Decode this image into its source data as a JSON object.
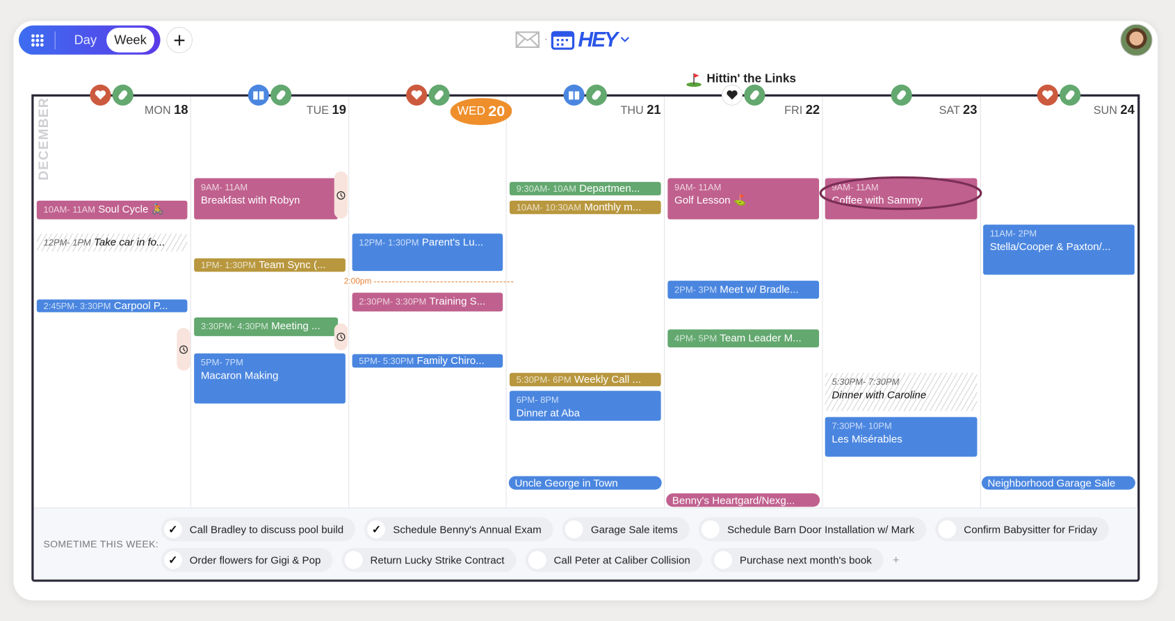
{
  "topbar": {
    "day_label": "Day",
    "week_label": "Week",
    "add_label": "+",
    "logo_text": "HEY"
  },
  "calendar": {
    "month": "DECEMBER",
    "days": [
      {
        "dow": "MON",
        "num": "18"
      },
      {
        "dow": "TUE",
        "num": "19"
      },
      {
        "dow": "WED",
        "num": "20"
      },
      {
        "dow": "THU",
        "num": "21"
      },
      {
        "dow": "FRI",
        "num": "22"
      },
      {
        "dow": "SAT",
        "num": "23"
      },
      {
        "dow": "SUN",
        "num": "24"
      }
    ],
    "banner": "Hittin' the Links",
    "now_label": "2:00pm",
    "events": [
      {
        "time": "10AM- 11AM",
        "title": "Soul Cycle 🚴"
      },
      {
        "time": "12PM- 1PM",
        "title": "Take car in fo..."
      },
      {
        "time": "2:45PM- 3:30PM",
        "title": "Carpool P..."
      },
      {
        "time": "9AM- 11AM",
        "title": "Breakfast with Robyn"
      },
      {
        "time": "1PM- 1:30PM",
        "title": "Team Sync (..."
      },
      {
        "time": "3:30PM- 4:30PM",
        "title": "Meeting ..."
      },
      {
        "time": "5PM- 7PM",
        "title": "Macaron Making"
      },
      {
        "time": "12PM- 1:30PM",
        "title": "Parent's Lu..."
      },
      {
        "time": "2:30PM- 3:30PM",
        "title": "Training S..."
      },
      {
        "time": "5PM- 5:30PM",
        "title": "Family Chiro..."
      },
      {
        "time": "9:30AM- 10AM",
        "title": "Departmen..."
      },
      {
        "time": "10AM- 10:30AM",
        "title": "Monthly m..."
      },
      {
        "time": "5:30PM- 6PM",
        "title": "Weekly Call ..."
      },
      {
        "time": "6PM- 8PM",
        "title": "Dinner at Aba"
      },
      {
        "time": "9AM- 11AM",
        "title": "Golf Lesson ⛳"
      },
      {
        "time": "2PM- 3PM",
        "title": "Meet w/ Bradle..."
      },
      {
        "time": "4PM- 5PM",
        "title": "Team Leader M..."
      },
      {
        "time": "9AM- 11AM",
        "title": "Coffee with Sammy"
      },
      {
        "time": "5:30PM- 7:30PM",
        "title": "Dinner with Caroline"
      },
      {
        "time": "7:30PM- 10PM",
        "title": "Les Misérables"
      },
      {
        "time": "11AM- 2PM",
        "title": "Stella/Cooper & Paxton/..."
      }
    ],
    "all_day": [
      "Uncle George in Town",
      "Benny's Heartgard/Nexg...",
      "Neighborhood Garage Sale"
    ]
  },
  "sometime": {
    "label": "SOMETIME THIS WEEK:",
    "todos": [
      {
        "text": "Call Bradley to discuss pool build",
        "done": "✓"
      },
      {
        "text": "Schedule Benny's Annual Exam",
        "done": "✓"
      },
      {
        "text": "Garage Sale items",
        "done": ""
      },
      {
        "text": "Schedule Barn Door Installation w/ Mark",
        "done": ""
      },
      {
        "text": "Confirm Babysitter for Friday",
        "done": ""
      },
      {
        "text": "Order flowers for Gigi & Pop",
        "done": "✓"
      },
      {
        "text": "Return Lucky Strike Contract",
        "done": ""
      },
      {
        "text": "Call Peter at Caliber Collision",
        "done": ""
      },
      {
        "text": "Purchase next month's book",
        "done": ""
      }
    ],
    "add_label": "+"
  },
  "colors": {
    "pink": "#c0608e",
    "blue": "#4a86e0",
    "gold": "#b8973e",
    "green": "#63a86f",
    "today": "#ee8f2c"
  }
}
